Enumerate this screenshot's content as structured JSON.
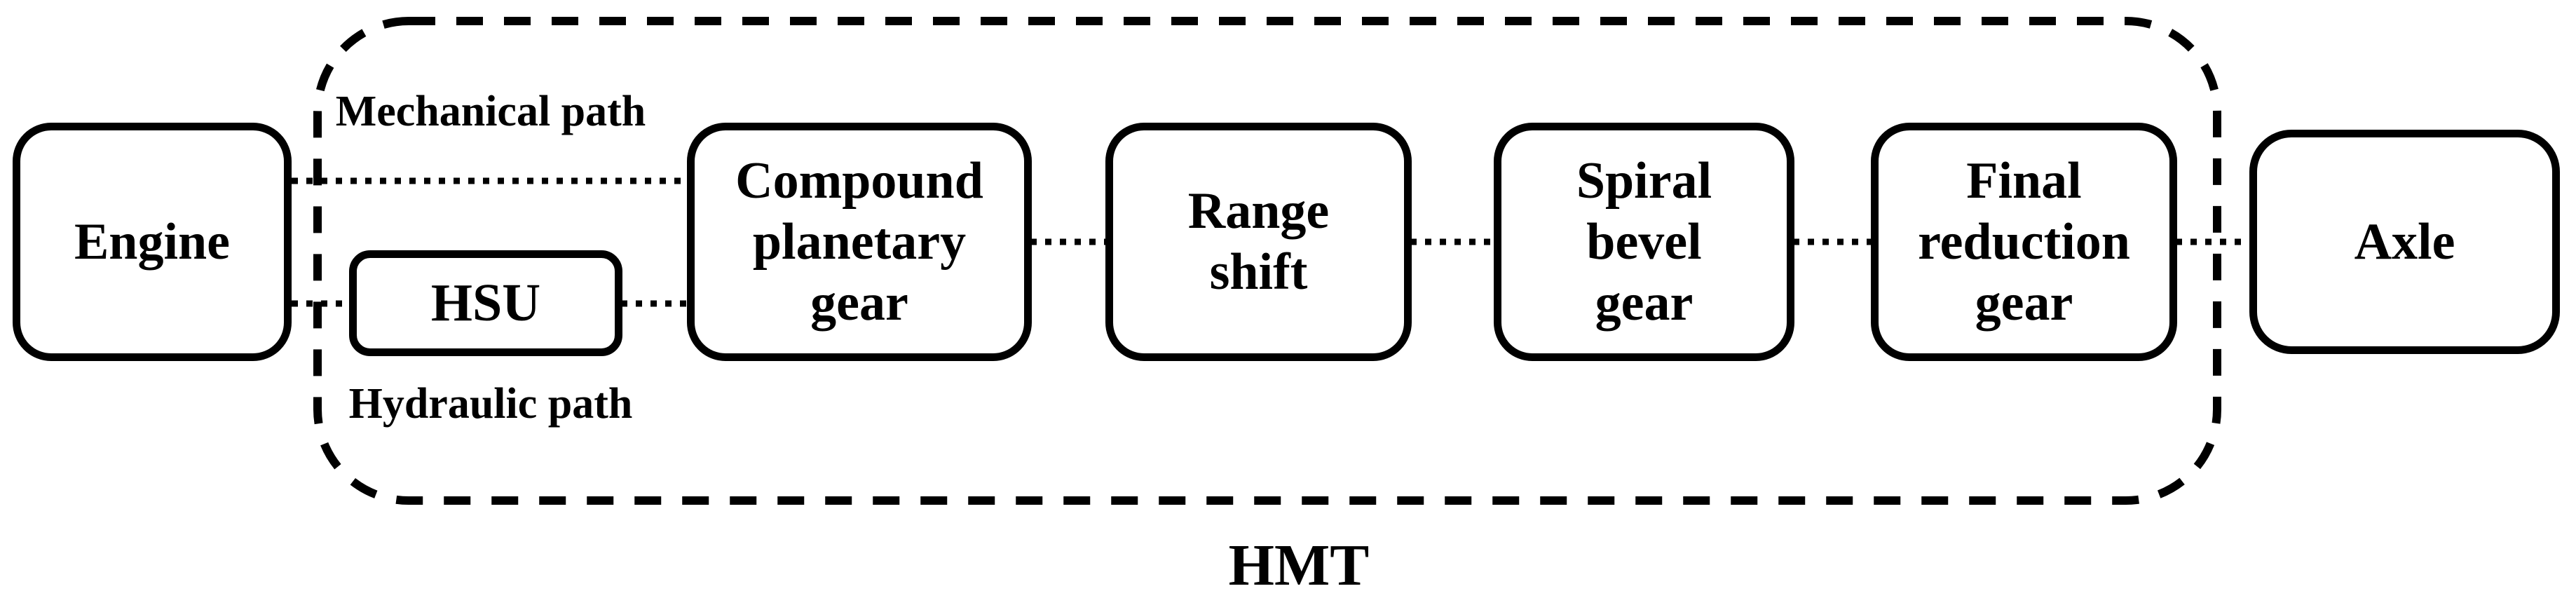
{
  "figure": {
    "type": "block-diagram",
    "container_label": "HMT",
    "colors": {
      "ink": "#000000",
      "background": "#ffffff"
    },
    "nodes": [
      {
        "id": "engine",
        "label": "Engine"
      },
      {
        "id": "hsu",
        "label": "HSU"
      },
      {
        "id": "compound-planetary-gear",
        "label": "Compound planetary gear",
        "lines": [
          "Compound",
          "planetary",
          "gear"
        ]
      },
      {
        "id": "range-shift",
        "label": "Range shift",
        "lines": [
          "Range",
          "shift"
        ]
      },
      {
        "id": "spiral-bevel-gear",
        "label": "Spiral bevel gear",
        "lines": [
          "Spiral",
          "bevel",
          "gear"
        ]
      },
      {
        "id": "final-reduction-gear",
        "label": "Final reduction gear",
        "lines": [
          "Final",
          "reduction",
          "gear"
        ]
      },
      {
        "id": "axle",
        "label": "Axle"
      }
    ],
    "annotations": {
      "mechanical_path": "Mechanical path",
      "hydraulic_path": "Hydraulic path"
    }
  }
}
